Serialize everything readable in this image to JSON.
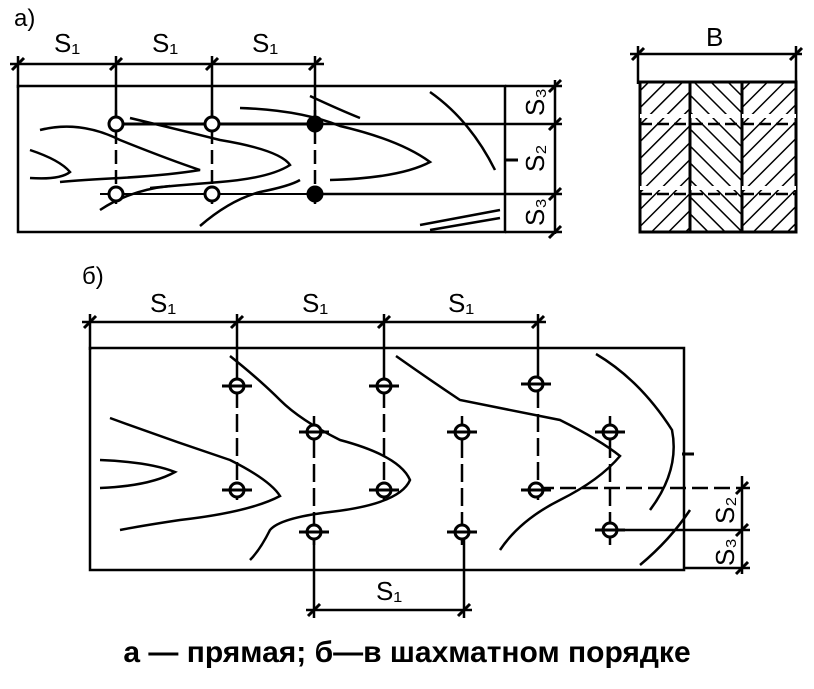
{
  "part_a": {
    "label": "а)",
    "spacing_top": [
      "S₁",
      "S₁",
      "S₁"
    ],
    "spacing_right": [
      "S₃",
      "S₂",
      "S₃"
    ],
    "section_width": "B"
  },
  "part_b": {
    "label": "б)",
    "spacing_top": [
      "S₁",
      "S₁",
      "S₁"
    ],
    "spacing_bottom": "S₁",
    "spacing_right": [
      "S₂",
      "S₃"
    ]
  },
  "caption": "а — прямая; б—в шахматном порядке",
  "icons": [
    "bolt-hole",
    "dimension-tick",
    "hatch-pattern"
  ]
}
